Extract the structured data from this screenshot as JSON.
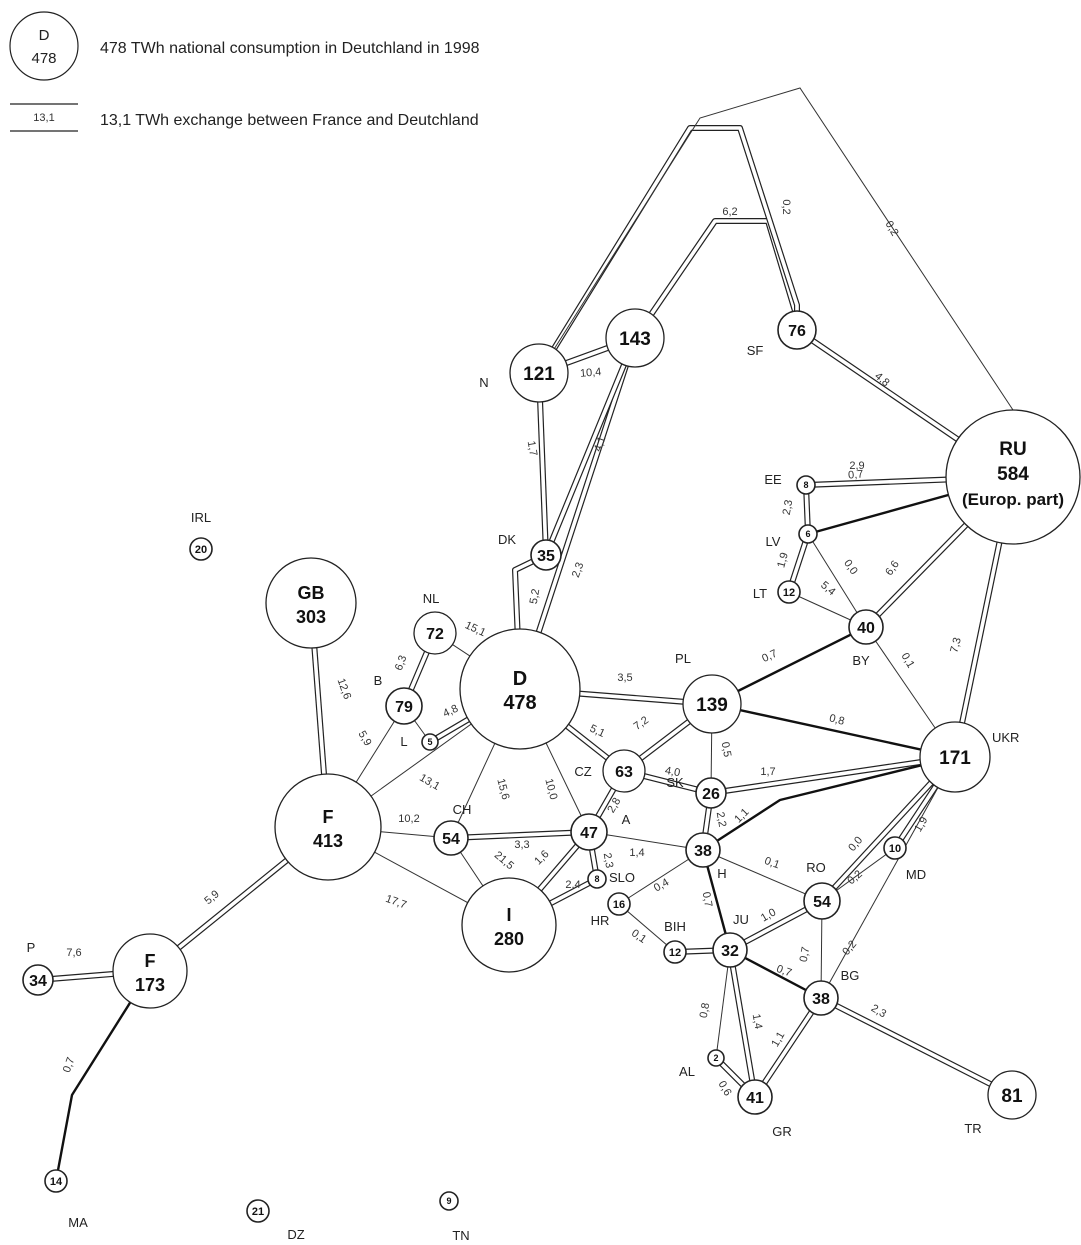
{
  "legend": {
    "node_label": "D",
    "node_value": "478",
    "node_text": "478 TWh national consumption in Deutchland in 1998",
    "edge_value": "13,1",
    "edge_text": "13,1 TWh exchange between France and Deutchland"
  },
  "nodes": [
    {
      "id": "RU",
      "value": "584",
      "extra": "(Europ. part)"
    },
    {
      "id": "D",
      "value": "478"
    },
    {
      "id": "F",
      "value": "413"
    },
    {
      "id": "GB",
      "value": "303"
    },
    {
      "id": "I",
      "value": "280"
    },
    {
      "id": "E",
      "value": "173",
      "display_label": "F"
    },
    {
      "id": "UKR",
      "value": "171"
    },
    {
      "id": "S",
      "value": "143"
    },
    {
      "id": "PL",
      "value": "139"
    },
    {
      "id": "N",
      "value": "121"
    },
    {
      "id": "TR",
      "value": "81"
    },
    {
      "id": "B",
      "value": "79"
    },
    {
      "id": "SF",
      "value": "76"
    },
    {
      "id": "NL",
      "value": "72"
    },
    {
      "id": "CZ",
      "value": "63"
    },
    {
      "id": "CH",
      "value": "54"
    },
    {
      "id": "RO",
      "value": "54"
    },
    {
      "id": "A",
      "value": "47"
    },
    {
      "id": "GR",
      "value": "41"
    },
    {
      "id": "BY",
      "value": "40"
    },
    {
      "id": "H",
      "value": "38"
    },
    {
      "id": "BG",
      "value": "38"
    },
    {
      "id": "DK",
      "value": "35"
    },
    {
      "id": "P",
      "value": "34"
    },
    {
      "id": "JU",
      "value": "32"
    },
    {
      "id": "SK",
      "value": "26"
    },
    {
      "id": "DZ",
      "value": "21"
    },
    {
      "id": "IRL",
      "value": "20"
    },
    {
      "id": "HR",
      "value": "16"
    },
    {
      "id": "MA",
      "value": "14"
    },
    {
      "id": "LT",
      "value": "12"
    },
    {
      "id": "BIH",
      "value": "12"
    },
    {
      "id": "MD",
      "value": "10"
    },
    {
      "id": "TN",
      "value": "9"
    },
    {
      "id": "EE",
      "value": "8"
    },
    {
      "id": "SLO",
      "value": "8"
    },
    {
      "id": "LV",
      "value": "6"
    },
    {
      "id": "L",
      "value": "5"
    },
    {
      "id": "AL",
      "value": "2"
    }
  ],
  "edges": [
    {
      "from": "GB",
      "to": "F",
      "value": "12,6",
      "style": "double"
    },
    {
      "from": "F",
      "to": "B",
      "value": "5,9",
      "style": "single"
    },
    {
      "from": "F",
      "to": "D",
      "value": "13,1",
      "style": "single"
    },
    {
      "from": "F",
      "to": "CH",
      "value": "10,2",
      "style": "single"
    },
    {
      "from": "F",
      "to": "I",
      "value": "17,7",
      "style": "single"
    },
    {
      "from": "F",
      "to": "E",
      "value": "5,9",
      "style": "double"
    },
    {
      "from": "E",
      "to": "P",
      "value": "7,6",
      "style": "double"
    },
    {
      "from": "E",
      "to": "MA",
      "value": "0,7",
      "style": "thick"
    },
    {
      "from": "NL",
      "to": "D",
      "value": "15,1",
      "style": "single"
    },
    {
      "from": "NL",
      "to": "B",
      "value": "6,3",
      "style": "double"
    },
    {
      "from": "B",
      "to": "L",
      "value": "",
      "style": "single"
    },
    {
      "from": "L",
      "to": "D",
      "value": "4,8",
      "style": "double"
    },
    {
      "from": "D",
      "to": "DK",
      "value": "5,2",
      "style": "double"
    },
    {
      "from": "D",
      "to": "S",
      "value": "2,3",
      "style": "double"
    },
    {
      "from": "D",
      "to": "PL",
      "value": "3,5",
      "style": "double"
    },
    {
      "from": "D",
      "to": "CZ",
      "value": "5,1",
      "style": "double"
    },
    {
      "from": "D",
      "to": "A",
      "value": "10,0",
      "style": "single"
    },
    {
      "from": "D",
      "to": "CH",
      "value": "15,6",
      "style": "single"
    },
    {
      "from": "CH",
      "to": "A",
      "value": "3,3",
      "style": "double"
    },
    {
      "from": "CH",
      "to": "I",
      "value": "21,5",
      "style": "single"
    },
    {
      "from": "A",
      "to": "I",
      "value": "1,6",
      "style": "double"
    },
    {
      "from": "SLO",
      "to": "I",
      "value": "2,4",
      "style": "double"
    },
    {
      "from": "A",
      "to": "SLO",
      "value": "2,3",
      "style": "double"
    },
    {
      "from": "A",
      "to": "CZ",
      "value": "2,8",
      "style": "double"
    },
    {
      "from": "A",
      "to": "H",
      "value": "1,4",
      "style": "single"
    },
    {
      "from": "CZ",
      "to": "PL",
      "value": "7,2",
      "style": "double"
    },
    {
      "from": "CZ",
      "to": "SK",
      "value": "4,0",
      "style": "double"
    },
    {
      "from": "PL",
      "to": "SK",
      "value": "0,5",
      "style": "single"
    },
    {
      "from": "PL",
      "to": "BY",
      "value": "0,7",
      "style": "thick"
    },
    {
      "from": "PL",
      "to": "UKR",
      "value": "0,8",
      "style": "thick"
    },
    {
      "from": "SK",
      "to": "UKR",
      "value": "1,7",
      "style": "double"
    },
    {
      "from": "SK",
      "to": "H",
      "value": "2,2",
      "style": "double"
    },
    {
      "from": "H",
      "to": "UKR",
      "value": "1,1",
      "style": "thick"
    },
    {
      "from": "H",
      "to": "HR",
      "value": "0,4",
      "style": "single"
    },
    {
      "from": "H",
      "to": "RO",
      "value": "0,1",
      "style": "single"
    },
    {
      "from": "H",
      "to": "JU",
      "value": "0,7",
      "style": "thick"
    },
    {
      "from": "HR",
      "to": "BIH",
      "value": "0,1",
      "style": "single"
    },
    {
      "from": "BIH",
      "to": "JU",
      "value": "",
      "style": "double"
    },
    {
      "from": "JU",
      "to": "RO",
      "value": "1,0",
      "style": "double"
    },
    {
      "from": "JU",
      "to": "BG",
      "value": "0,7",
      "style": "thick"
    },
    {
      "from": "JU",
      "to": "GR",
      "value": "1,4",
      "style": "double"
    },
    {
      "from": "JU",
      "to": "AL",
      "value": "0,8",
      "style": "single"
    },
    {
      "from": "AL",
      "to": "GR",
      "value": "0,6",
      "style": "double"
    },
    {
      "from": "BG",
      "to": "GR",
      "value": "1,1",
      "style": "double"
    },
    {
      "from": "BG",
      "to": "TR",
      "value": "2,3",
      "style": "double"
    },
    {
      "from": "RO",
      "to": "BG",
      "value": "0,7",
      "style": "single"
    },
    {
      "from": "RO",
      "to": "MD",
      "value": "0,2",
      "style": "single"
    },
    {
      "from": "RO",
      "to": "UKR",
      "value": "0,0",
      "style": "double"
    },
    {
      "from": "MD",
      "to": "UKR",
      "value": "1,9",
      "style": "double"
    },
    {
      "from": "BG",
      "to": "UKR",
      "value": "0,2",
      "style": "single"
    },
    {
      "from": "UKR",
      "to": "RU",
      "value": "7,3",
      "style": "double"
    },
    {
      "from": "UKR",
      "to": "BY",
      "value": "0,1",
      "style": "single"
    },
    {
      "from": "BY",
      "to": "RU",
      "value": "6,6",
      "style": "double"
    },
    {
      "from": "BY",
      "to": "LT",
      "value": "5,4",
      "style": "single"
    },
    {
      "from": "BY",
      "to": "LV",
      "value": "0,0",
      "style": "single"
    },
    {
      "from": "LT",
      "to": "LV",
      "value": "1,9",
      "style": "double"
    },
    {
      "from": "LV",
      "to": "EE",
      "value": "2,3",
      "style": "double"
    },
    {
      "from": "LV",
      "to": "RU",
      "value": "0,7",
      "style": "thick"
    },
    {
      "from": "EE",
      "to": "RU",
      "value": "2,9",
      "style": "double"
    },
    {
      "from": "SF",
      "to": "RU",
      "value": "4,8",
      "style": "double"
    },
    {
      "from": "S",
      "to": "SF",
      "value": "6,2",
      "style": "double"
    },
    {
      "from": "N",
      "to": "SF",
      "value": "0,2",
      "style": "double"
    },
    {
      "from": "N",
      "to": "RU",
      "value": "0,2",
      "style": "single"
    },
    {
      "from": "N",
      "to": "S",
      "value": "10,4",
      "style": "double"
    },
    {
      "from": "N",
      "to": "DK",
      "value": "1,7",
      "style": "double"
    },
    {
      "from": "S",
      "to": "DK",
      "value": "4,1",
      "style": "double"
    }
  ]
}
